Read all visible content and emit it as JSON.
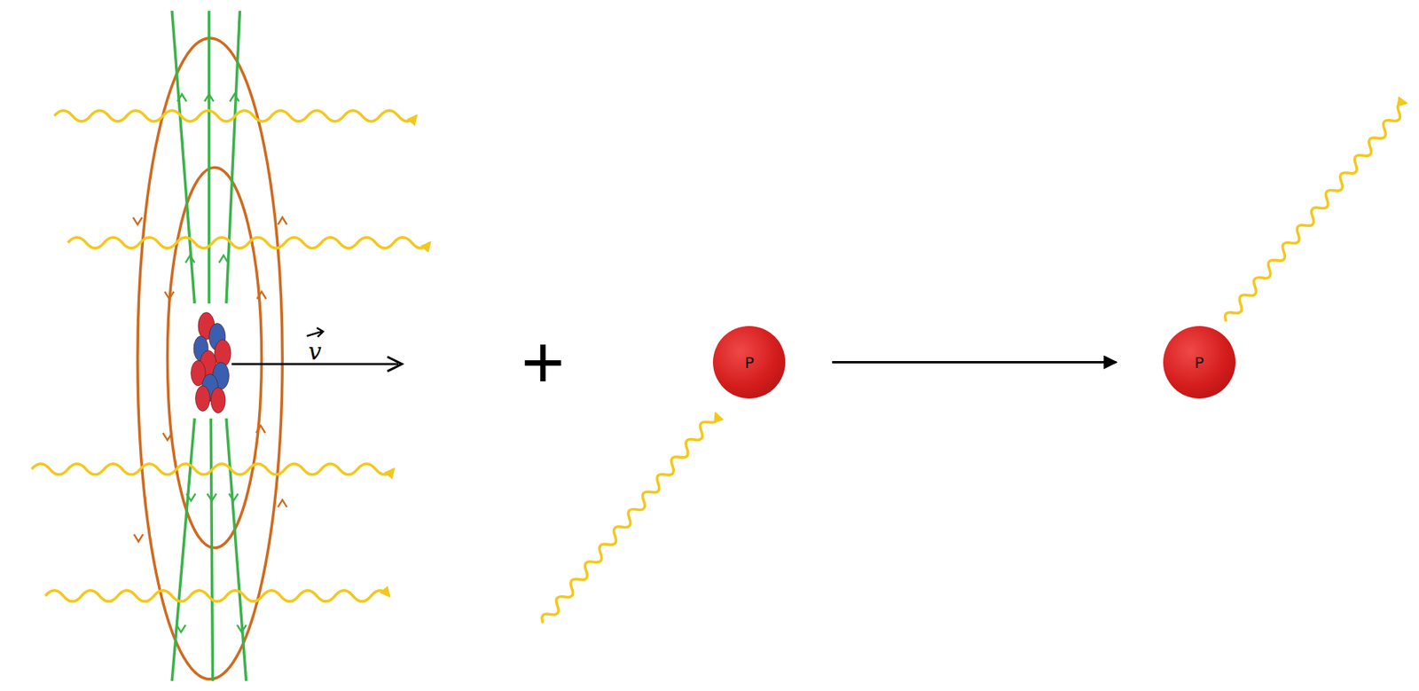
{
  "diagram": {
    "nodes": [
      {
        "text": [
          "P"
        ]
      },
      {
        "text": [
          "P"
        ]
      }
    ],
    "edges": [
      {
        "from": 0,
        "to": 1,
        "arrow": "to"
      }
    ],
    "labels": [
      "v",
      "+"
    ]
  }
}
